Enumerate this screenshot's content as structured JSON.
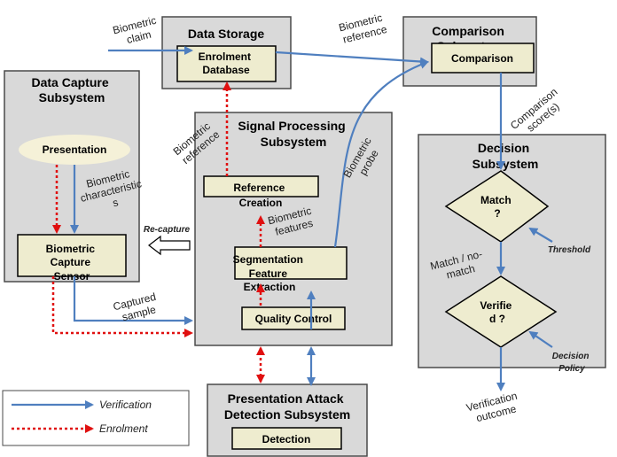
{
  "subsystems": {
    "data_capture": [
      "Data Capture",
      "Subsystem"
    ],
    "data_storage": [
      "Data Storage"
    ],
    "signal_processing": [
      "Signal Processing",
      "Subsystem"
    ],
    "comparison": [
      "Comparison",
      "Subsystem"
    ],
    "decision": [
      "Decision",
      "Subsystem"
    ],
    "pad": [
      "Presentation Attack",
      "Detection Subsystem"
    ]
  },
  "components": {
    "presentation": [
      "Presentation"
    ],
    "biometric_capture_sensor": [
      "Biometric",
      "Capture",
      "Sensor"
    ],
    "enrolment_database": [
      "Enrolment",
      "Database"
    ],
    "reference_creation": [
      "Reference",
      "Creation"
    ],
    "segmentation_feature_extraction": [
      "Segmentation",
      "Feature",
      "Extraction"
    ],
    "quality_control": [
      "Quality Control"
    ],
    "comparison": [
      "Comparison"
    ],
    "match": [
      "Match",
      "?"
    ],
    "verified": [
      "Verifie",
      "d ?"
    ],
    "detection": [
      "Detection"
    ]
  },
  "edge_labels": {
    "biometric_claim": [
      "Biometric",
      "claim"
    ],
    "biometric_reference_top": [
      "Biometric",
      "reference"
    ],
    "biometric_characteristics": [
      "Biometric",
      "characteristic",
      "s"
    ],
    "biometric_reference_side": [
      "Biometric",
      "reference"
    ],
    "biometric_probe": [
      "Biometric",
      "probe"
    ],
    "biometric_features": [
      "Biometric",
      "features"
    ],
    "captured_sample": [
      "Captured",
      "sample"
    ],
    "re_capture": [
      "Re-capture"
    ],
    "comparison_scores": [
      "Comparison",
      "score(s)"
    ],
    "threshold": [
      "Threshold"
    ],
    "match_no_match": [
      "Match / no-",
      "match"
    ],
    "decision_policy": [
      "Decision",
      "Policy"
    ],
    "verification_outcome": [
      "Verification",
      "outcome"
    ]
  },
  "legend": {
    "verification": "Verification",
    "enrolment": "Enrolment"
  },
  "colors": {
    "verification_line": "#4f7fbf",
    "enrolment_line": "#e01010",
    "subsystem_fill": "#d9d9d9",
    "component_fill": "#eeeccf"
  }
}
